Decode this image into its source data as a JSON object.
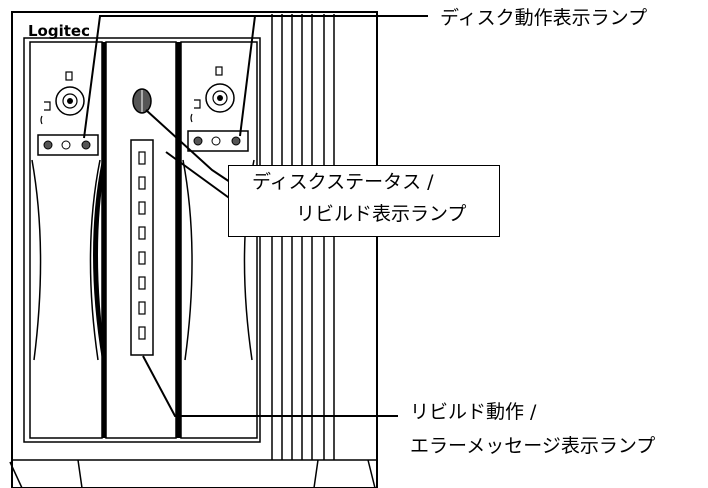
{
  "brand": "Logitec",
  "labels": {
    "disk_activity_lamp": "ディスク動作表示ランプ",
    "disk_status_line1": "ディスクステータス /",
    "disk_status_line2": "リビルド表示ランプ",
    "rebuild_line1": "リビルド動作 /",
    "rebuild_line2": "エラーメッセージ表示ランプ"
  },
  "center_indicator_count": 8
}
